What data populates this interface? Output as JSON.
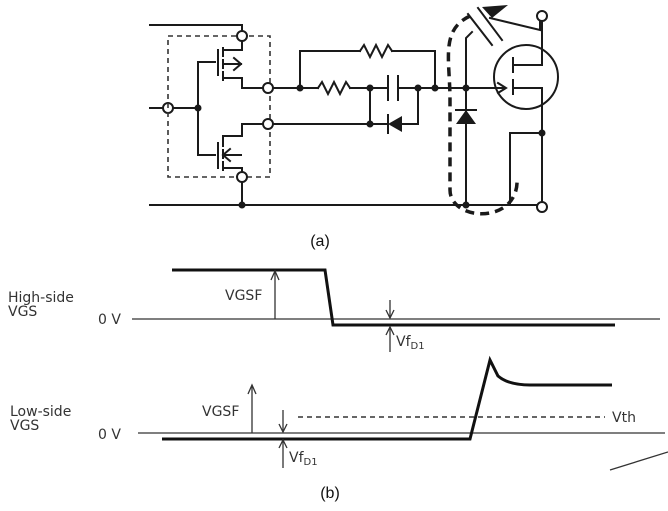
{
  "figure": {
    "caption_a": "(a)",
    "caption_b": "(b)"
  },
  "circuit": {
    "components": [
      "cmos-driver-pmos",
      "cmos-driver-nmos",
      "gate-resistor-on",
      "gate-resistor-off",
      "speedup-capacitor",
      "driver-diode",
      "clamp-diode-d1",
      "power-mosfet",
      "parasitic-capacitance"
    ],
    "current_path": "dashed-loop"
  },
  "waveforms": {
    "high_side": {
      "label_line1": "High-side",
      "label_line2": "VGS",
      "zero_label": "0 V",
      "vgsf_label": "VGSF",
      "vf_label": "Vf",
      "vf_sub": "D1"
    },
    "low_side": {
      "label_line1": "Low-side",
      "label_line2": "VGS",
      "zero_label": "0 V",
      "vgsf_label": "VGSF",
      "vf_label": "Vf",
      "vf_sub": "D1",
      "vth_label": "Vth"
    }
  }
}
